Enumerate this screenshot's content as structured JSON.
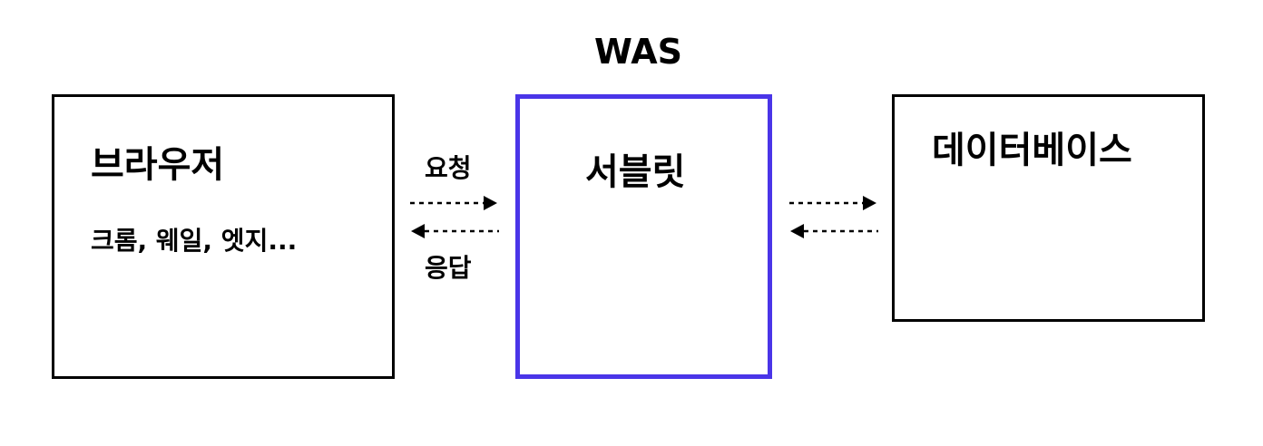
{
  "diagram": {
    "was_label": "WAS",
    "browser": {
      "title": "브라우저",
      "subtitle": "크롬, 웨일, 엣지..."
    },
    "servlet": {
      "title": "서블릿"
    },
    "database": {
      "title": "데이터베이스"
    },
    "request_label": "요청",
    "response_label": "응답",
    "colors": {
      "box_border": "#000000",
      "highlight_border": "#4a35e8",
      "text": "#000000",
      "arrow": "#000000"
    }
  }
}
